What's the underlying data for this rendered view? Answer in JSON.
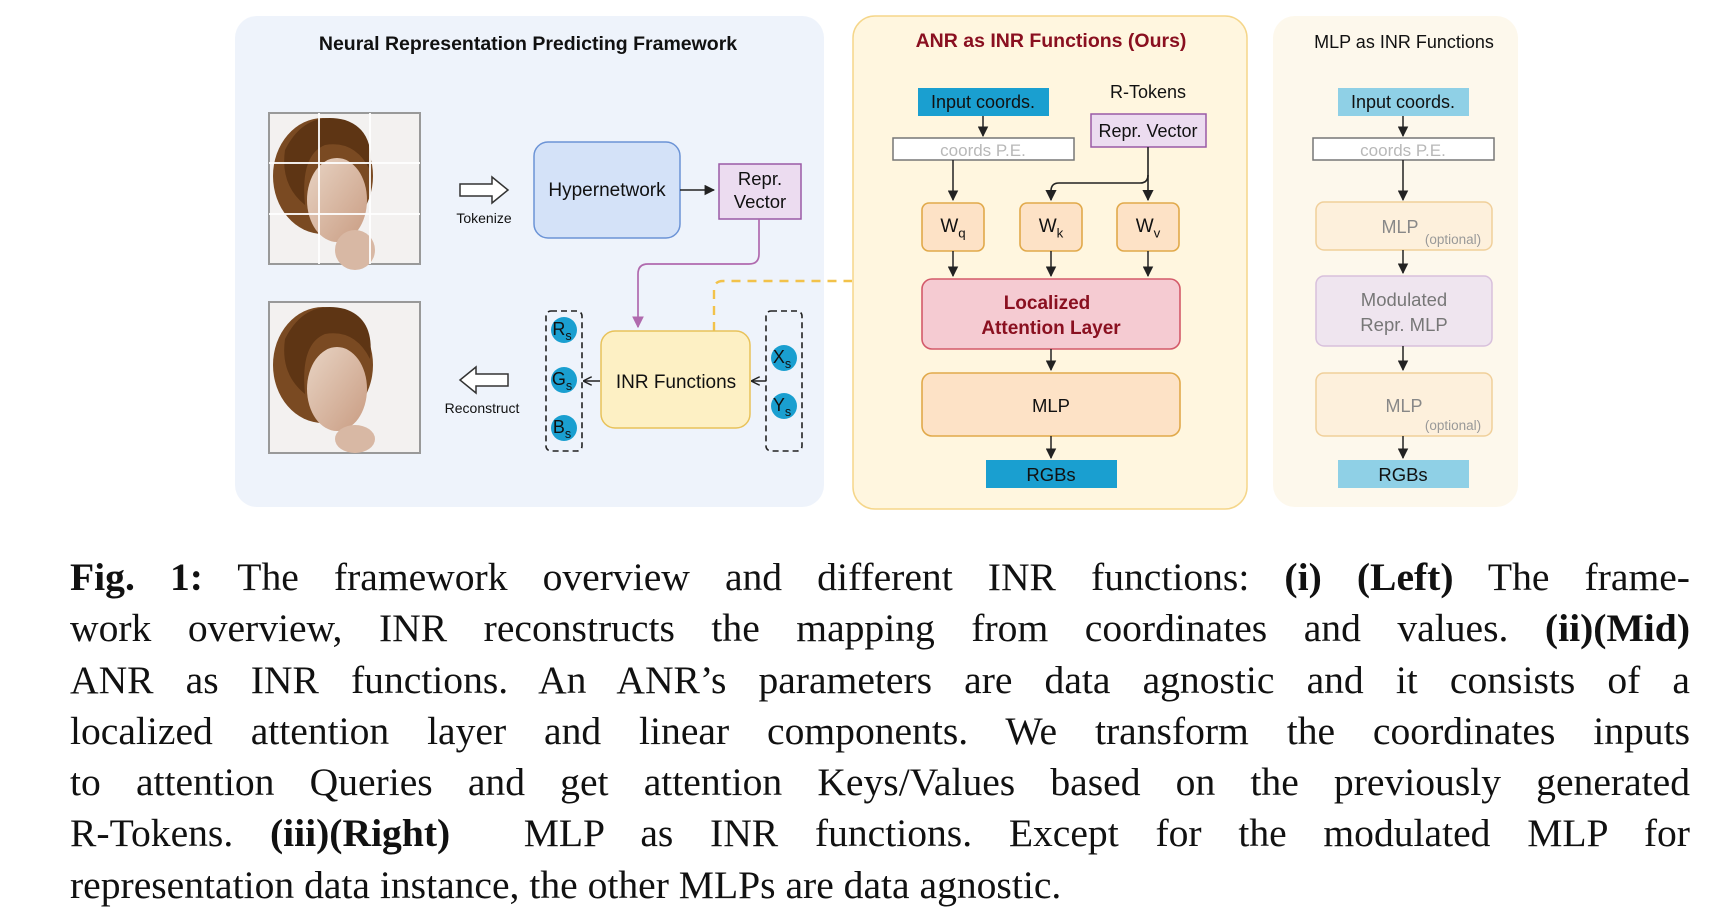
{
  "left_panel": {
    "title": "Neural Representation Predicting Framework",
    "tokenize_label": "Tokenize",
    "reconstruct_label": "Reconstruct",
    "hypernetwork_label": "Hypernetwork",
    "repr_vector_line1": "Repr.",
    "repr_vector_line2": "Vector",
    "inr_functions_label": "INR Functions",
    "output_channels": [
      {
        "base": "R",
        "sub": "s"
      },
      {
        "base": "G",
        "sub": "s"
      },
      {
        "base": "B",
        "sub": "s"
      }
    ],
    "input_coords": [
      {
        "base": "X",
        "sub": "s"
      },
      {
        "base": "Y",
        "sub": "s"
      }
    ]
  },
  "mid_panel": {
    "title": "ANR as INR Functions (Ours)",
    "input_coords_label": "Input coords.",
    "coords_pe_label": "coords P.E.",
    "r_tokens_label": "R-Tokens",
    "repr_vector_label": "Repr. Vector",
    "weights": [
      {
        "base": "W",
        "sub": "q"
      },
      {
        "base": "W",
        "sub": "k"
      },
      {
        "base": "W",
        "sub": "v"
      }
    ],
    "attention_line1": "Localized",
    "attention_line2": "Attention Layer",
    "mlp_label": "MLP",
    "rgbs_label": "RGBs"
  },
  "right_panel": {
    "title": "MLP as INR Functions",
    "input_coords_label": "Input coords.",
    "coords_pe_label": "coords P.E.",
    "mlp_label": "MLP",
    "optional_label": "(optional)",
    "modulated_line1": "Modulated",
    "modulated_line2": "Repr. MLP",
    "mlp2_label": "MLP",
    "optional2_label": "(optional)",
    "rgbs_label": "RGBs"
  },
  "caption": {
    "fig_label": "Fig. 1:",
    "line1_text": " The framework overview and different INR functions: ",
    "line1_bold": "(i) (Left)",
    "line1_tail": " The frame-",
    "line2_text": "work overview, INR reconstructs the mapping from coordinates and values. ",
    "line2_bold": "(ii)(Mid)",
    "line3_text": "ANR as INR functions. An ANR’s parameters are data agnostic and it consists of a",
    "line4_text": "localized attention layer and linear components. We transform the coordinates inputs",
    "line5_text": "to attention Queries and get attention Keys/Values based on the previously generated",
    "line6_text": "R-Tokens. ",
    "line6_bold": "(iii)(Right)",
    "line6_tail": "  MLP as INR functions. Except for the modulated MLP for",
    "line7_text": "representation data instance, the other MLPs are data agnostic."
  },
  "colors": {
    "left_panel_bg": "#eef3fb",
    "mid_panel_bg": "#fff6df",
    "right_panel_bg": "#fdf8ec",
    "accent_cyan": "#1a9fd0",
    "attention_fill": "#f5cbd2",
    "attention_text": "#8a1020",
    "mid_title": "#8a1020",
    "purple_arrow": "#b06aae",
    "dashed_orange": "#f2c24a"
  }
}
